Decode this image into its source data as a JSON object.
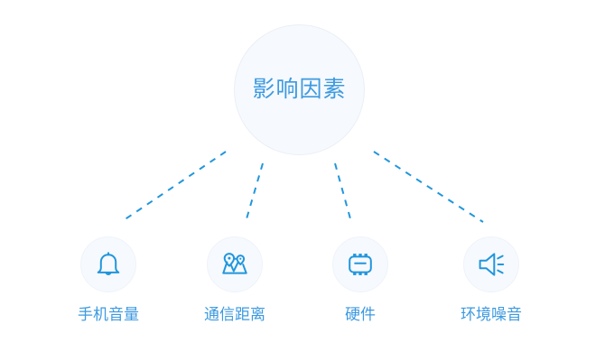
{
  "diagram": {
    "type": "hub-and-spoke",
    "hub": {
      "label": "影响因素"
    },
    "colors": {
      "accent": "#3d9ae0",
      "icon": "#2196dd",
      "circle_fill": "#f6f9fd",
      "circle_border": "#eaeff6",
      "connector": "#2196dd",
      "background": "#ffffff"
    },
    "nodes": [
      {
        "label": "手机音量",
        "icon": "bell-icon"
      },
      {
        "label": "通信距离",
        "icon": "map-pins-icon"
      },
      {
        "label": "硬件",
        "icon": "chip-icon"
      },
      {
        "label": "环境噪音",
        "icon": "speaker-icon"
      }
    ],
    "connectors": [
      {
        "from": "hub",
        "to": "手机音量",
        "style": "dashed"
      },
      {
        "from": "hub",
        "to": "通信距离",
        "style": "dashed"
      },
      {
        "from": "hub",
        "to": "硬件",
        "style": "dashed"
      },
      {
        "from": "hub",
        "to": "环境噪音",
        "style": "dashed"
      }
    ]
  }
}
